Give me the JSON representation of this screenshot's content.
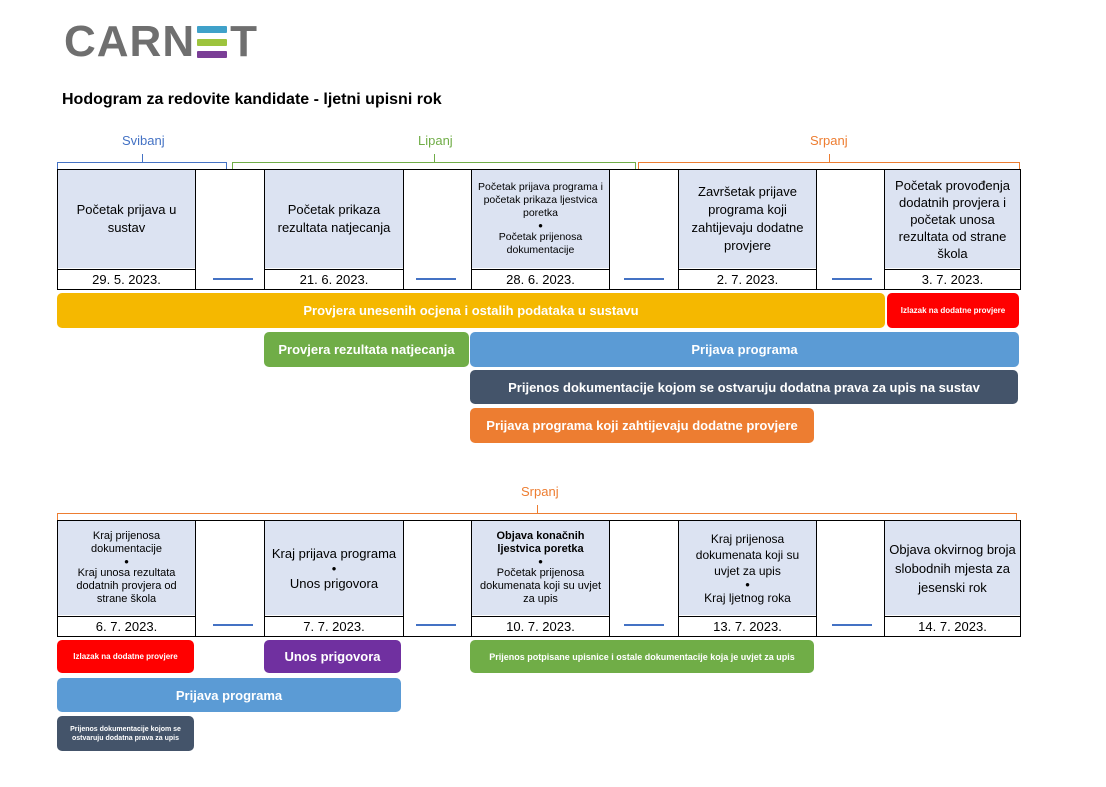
{
  "logo": {
    "pre": "CARN",
    "post": "T",
    "bar_colors": [
      "#3fa1c9",
      "#9dc43d",
      "#7a3e96"
    ]
  },
  "title": "Hodogram za redovite kandidate - ljetni upisni rok",
  "colors": {
    "yellow": "#f5b800",
    "red": "#ff0000",
    "green": "#70ad47",
    "blue": "#5b9bd5",
    "slate": "#44546a",
    "orange": "#ed7d31",
    "purple": "#7030a0",
    "cell_bg": "#dce3f2",
    "month_blue": "#4472c4",
    "month_green": "#70ad47",
    "month_orange": "#ed7d31"
  },
  "months_top": {
    "may": "Svibanj",
    "june": "Lipanj",
    "july": "Srpanj"
  },
  "months_bottom": {
    "july": "Srpanj"
  },
  "timeline1": [
    {
      "lines": [
        "Početak prijava u sustav"
      ],
      "date": "29. 5. 2023."
    },
    {
      "lines": [
        "Početak prikaza rezultata natjecanja"
      ],
      "date": "21. 6. 2023."
    },
    {
      "lines": [
        "Početak prijava programa i početak prikaza ljestvica poretka",
        "•",
        "Početak prijenosa dokumentacije"
      ],
      "date": "28. 6. 2023."
    },
    {
      "lines": [
        "Završetak prijave programa koji zahtijevaju dodatne provjere"
      ],
      "date": "2. 7. 2023."
    },
    {
      "lines": [
        "Početak provođenja dodatnih provjera i početak unosa rezultata od strane škola"
      ],
      "date": "3. 7. 2023."
    }
  ],
  "timeline2": [
    {
      "lines": [
        "Kraj prijenosa dokumentacije",
        "•",
        "Kraj unosa rezultata dodatnih provjera od strane škola"
      ],
      "date": "6. 7. 2023."
    },
    {
      "lines": [
        "Kraj prijava programa",
        "•",
        "Unos prigovora"
      ],
      "date": "7. 7. 2023."
    },
    {
      "lines": [
        "Objava konačnih ljestvica poretka",
        "•",
        "Početak prijenosa dokumenata koji su uvjet za upis"
      ],
      "date": "10. 7. 2023."
    },
    {
      "lines": [
        "Kraj prijenosa dokumenata koji su uvjet za upis",
        "•",
        "Kraj ljetnog roka"
      ],
      "date": "13. 7. 2023."
    },
    {
      "lines": [
        "Objava okvirnog broja slobodnih mjesta za jesenski rok"
      ],
      "date": "14. 7. 2023."
    }
  ],
  "bars1": [
    {
      "label": "Provjera unesenih ocjena i ostalih podataka u sustavu",
      "color": "yellow"
    },
    {
      "label": "Izlazak na dodatne provjere",
      "color": "red"
    },
    {
      "label": "Provjera rezultata natjecanja",
      "color": "green"
    },
    {
      "label": "Prijava programa",
      "color": "blue"
    },
    {
      "label": "Prijenos dokumentacije kojom se ostvaruju dodatna prava za upis na sustav",
      "color": "slate"
    },
    {
      "label": "Prijava programa koji zahtijevaju dodatne provjere",
      "color": "orange"
    }
  ],
  "bars2": [
    {
      "label": "Izlazak na dodatne provjere",
      "color": "red"
    },
    {
      "label": "Unos prigovora",
      "color": "purple"
    },
    {
      "label": "Prijenos potpisane upisnice i ostale dokumentacije koja je uvjet za upis",
      "color": "green"
    },
    {
      "label": "Prijava programa",
      "color": "blue"
    },
    {
      "label": "Prijenos dokumentacije kojom se ostvaruju dodatna prava za upis",
      "color": "slate"
    }
  ]
}
